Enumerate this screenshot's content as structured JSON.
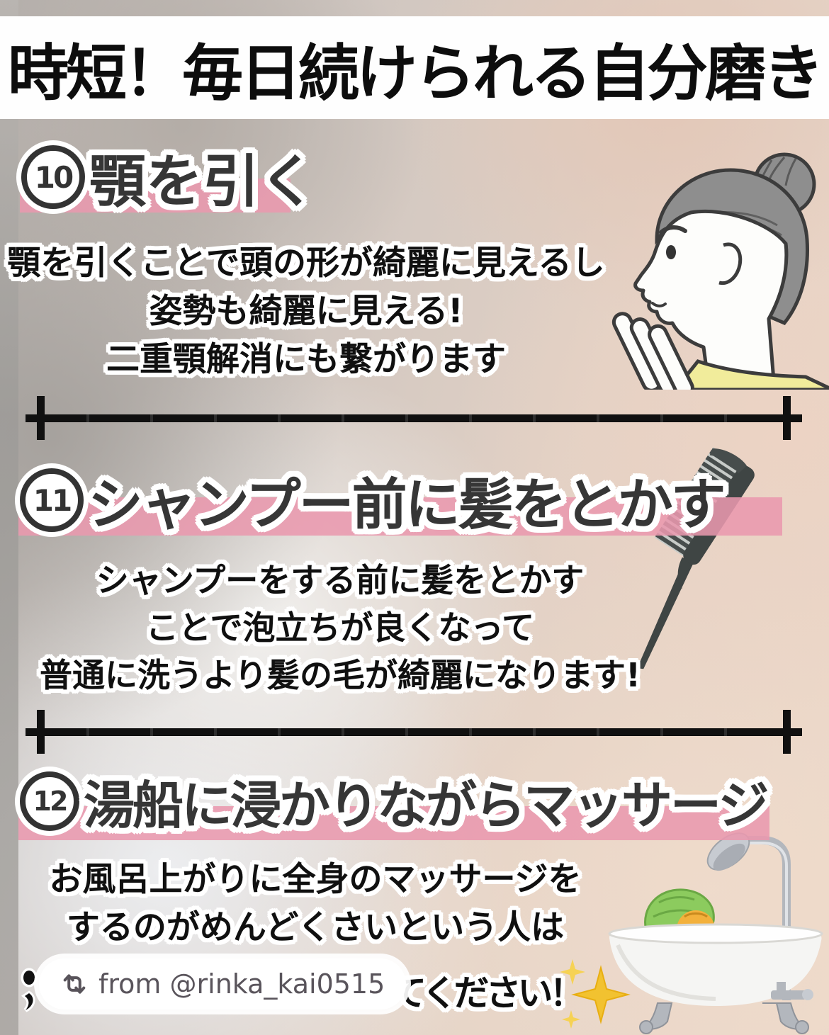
{
  "header": {
    "title": "時短！毎日続けられる自分磨き"
  },
  "sections": [
    {
      "number": "10",
      "title": "顎を引く",
      "lines": [
        "顎を引くことで頭の形が綺麗に見えるし",
        "姿勢も綺麗に見える!",
        "二重顎解消にも繋がります"
      ]
    },
    {
      "number": "11",
      "title": "シャンプー前に髪をとかす",
      "lines": [
        "シャンプーをする前に髪をとかす",
        "ことで泡立ちが良くなって",
        "普通に洗うより髪の毛が綺麗になります!"
      ]
    },
    {
      "number": "12",
      "title": "湯船に浸かりながらマッサージ",
      "lines": [
        "お風呂上がりに全身のマッサージを",
        "するのがめんどくさいという人は"
      ]
    }
  ],
  "footer": {
    "attribution": "from @rinka_kai0515",
    "visible_suffix": "てください！"
  },
  "colors": {
    "highlight_pink": "#e998ae",
    "header_band": "#fefefe",
    "heading_text": "#363636",
    "body_text": "#101010",
    "divider": "#101010",
    "attribution_text": "#59545b",
    "sparkle_gold": "#f2c230"
  },
  "icons": {
    "repost": "repost-loop-arrows",
    "sparkle": "gold-four-point-stars",
    "face": "woman-profile-chin-tuck",
    "comb": "rat-tail-comb",
    "bathtub": "person-taking-bath"
  }
}
